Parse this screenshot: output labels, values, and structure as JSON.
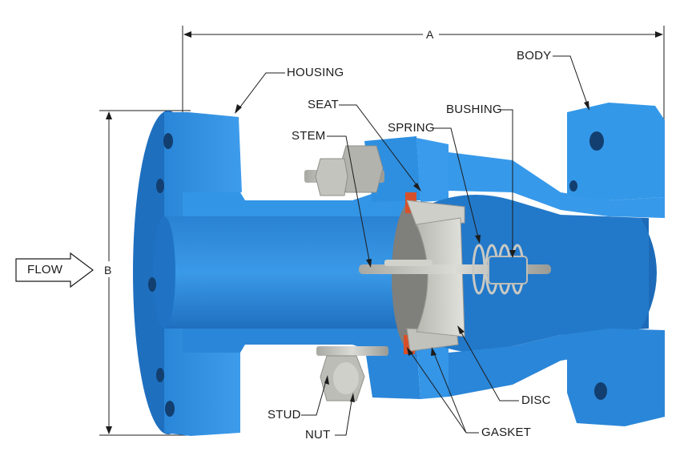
{
  "labels": {
    "housing": "HOUSING",
    "body": "BODY",
    "seat": "SEAT",
    "bushing": "BUSHING",
    "spring": "SPRING",
    "stem": "STEM",
    "disc": "DISC",
    "gasket": "GASKET",
    "stud": "STUD",
    "nut": "NUT",
    "flow": "FLOW"
  },
  "dimensions": {
    "a": "A",
    "b": "B"
  },
  "colors": {
    "valve_blue": "#2f8fe0",
    "valve_blue_dark": "#1f6fbf",
    "valve_blue_light": "#4fa6ee",
    "steel": "#c9c9c4",
    "steel_dark": "#8f8f8a",
    "gasket_red": "#d8502a"
  }
}
